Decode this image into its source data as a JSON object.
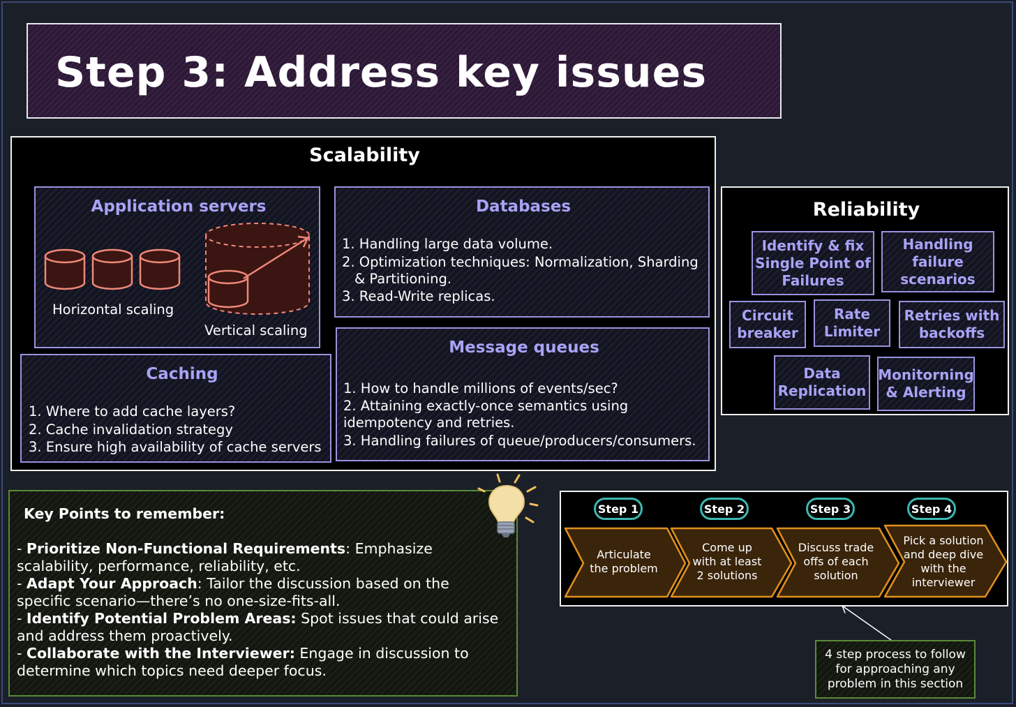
{
  "title": "Step 3: Address key issues",
  "scalability": {
    "title": "Scalability",
    "app_servers": {
      "title": "Application servers",
      "horizontal_label": "Horizontal scaling",
      "vertical_label": "Vertical scaling"
    },
    "databases": {
      "title": "Databases",
      "items": [
        "1. Handling large data volume.",
        "2. Optimization techniques: Normalization, Sharding",
        "& Partitioning.",
        "3. Read-Write replicas."
      ]
    },
    "caching": {
      "title": "Caching",
      "items": [
        "1. Where to add cache layers?",
        "2. Cache invalidation strategy",
        "3. Ensure high availability of cache servers"
      ]
    },
    "message_queues": {
      "title": "Message queues",
      "items": [
        "1. How to handle millions of events/sec?",
        "2. Attaining exactly-once semantics using",
        "idempotency and retries.",
        "3. Handling failures of queue/producers/consumers."
      ]
    }
  },
  "reliability": {
    "title": "Reliability",
    "items": [
      "Identify & fix Single Point of Failures",
      "Handling failure scenarios",
      "Circuit breaker",
      "Rate Limiter",
      "Retries with backoffs",
      "Data Replication",
      "Monitorning & Alerting"
    ]
  },
  "key_points": {
    "heading": "Key Points to remember:",
    "points": [
      {
        "bold": "Prioritize Non-Functional Requirements",
        "text": ": Emphasize scalability, performance, reliability, etc."
      },
      {
        "bold": "Adapt Your Approach",
        "text": ": Tailor the discussion based on the specific scenario—there’s no one-size-fits-all."
      },
      {
        "bold": "Identify Potential Problem Areas:",
        "text": " Spot issues that could arise and address them proactively."
      },
      {
        "bold": "Collaborate with the Interviewer:",
        "text": " Engage in discussion to determine which topics need deeper focus."
      }
    ]
  },
  "steps": [
    {
      "badge": "Step 1",
      "text": "Articulate the problem"
    },
    {
      "badge": "Step 2",
      "text": "Come up with at least 2 solutions"
    },
    {
      "badge": "Step 3",
      "text": "Discuss trade offs of each solution"
    },
    {
      "badge": "Step 4",
      "text": "Pick a solution and deep dive with the interviewer"
    }
  ],
  "note": "4 step process to follow for approaching any problem in this section",
  "colors": {
    "accent_purple": "#a9a2f5",
    "cylinder_stroke": "#f08878",
    "step_chevron": "#e0901e",
    "badge_teal": "#3bb8b0",
    "green_border": "#5a8a3a"
  }
}
